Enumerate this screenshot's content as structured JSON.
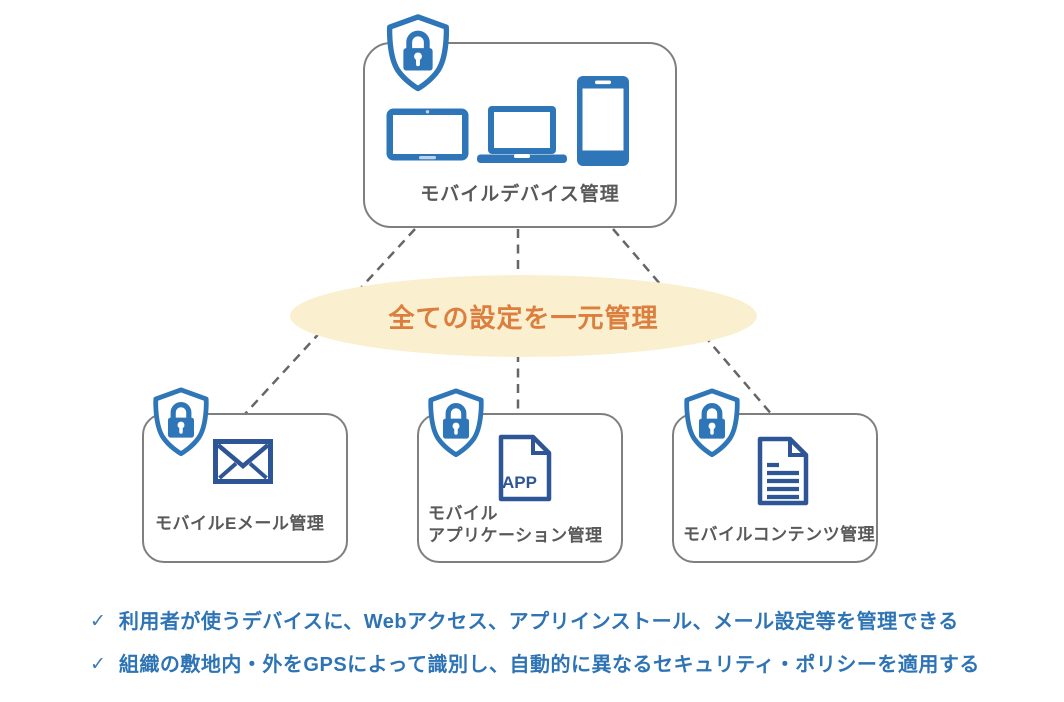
{
  "diagram": {
    "top_box": {
      "label": "モバイルデバイス管理",
      "icons": [
        "shield-lock-icon",
        "tablet-icon",
        "laptop-icon",
        "smartphone-icon"
      ]
    },
    "hub": {
      "label": "全ての設定を一元管理"
    },
    "sub_boxes": [
      {
        "icon": "email-envelope-icon",
        "label_lines": [
          "モバイルEメール管理"
        ]
      },
      {
        "icon": "app-document-icon",
        "badge": "APP",
        "label_lines": [
          "モバイル",
          "アプリケーション管理"
        ]
      },
      {
        "icon": "content-document-icon",
        "label_lines": [
          "モバイルコンテンツ管理"
        ]
      }
    ],
    "bullets": [
      {
        "check": "✓",
        "text": "利用者が使うデバイスに、Webアクセス、アプリインストール、メール設定等を管理できる"
      },
      {
        "check": "✓",
        "text": "組織の敷地内・外をGPSによって識別し、自動的に異なるセキュリティ・ポリシーを適用する"
      }
    ],
    "colors": {
      "shield_blue": "#2E76B8",
      "device_blue": "#2E76B8",
      "icon_navy": "#2E5596",
      "ellipse_fill": "#FAF0D0",
      "accent_orange": "#DC7E3D",
      "bullet_blue": "#2E74B5",
      "box_border_gray": "#7F7F7F",
      "label_gray": "#595959",
      "dash_gray": "#666666"
    }
  }
}
